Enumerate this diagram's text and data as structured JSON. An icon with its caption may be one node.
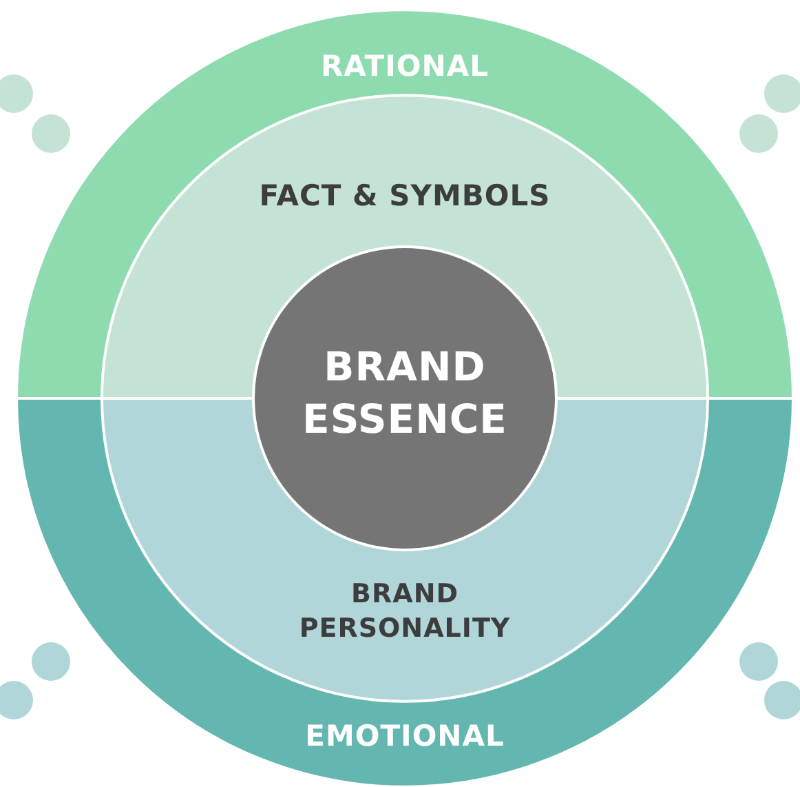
{
  "diagram": {
    "nodes": [
      {
        "text": [
          "RATIONAL"
        ]
      },
      {
        "text": [
          "FACT & SYMBOLS"
        ],
        "in": 0
      },
      {
        "text": [
          "BRAND ESSENCE"
        ]
      },
      {
        "text": [
          "EMOTIONAL"
        ]
      },
      {
        "text": [
          "BRAND PERSONALITY"
        ],
        "in": 3
      }
    ],
    "edges": []
  }
}
